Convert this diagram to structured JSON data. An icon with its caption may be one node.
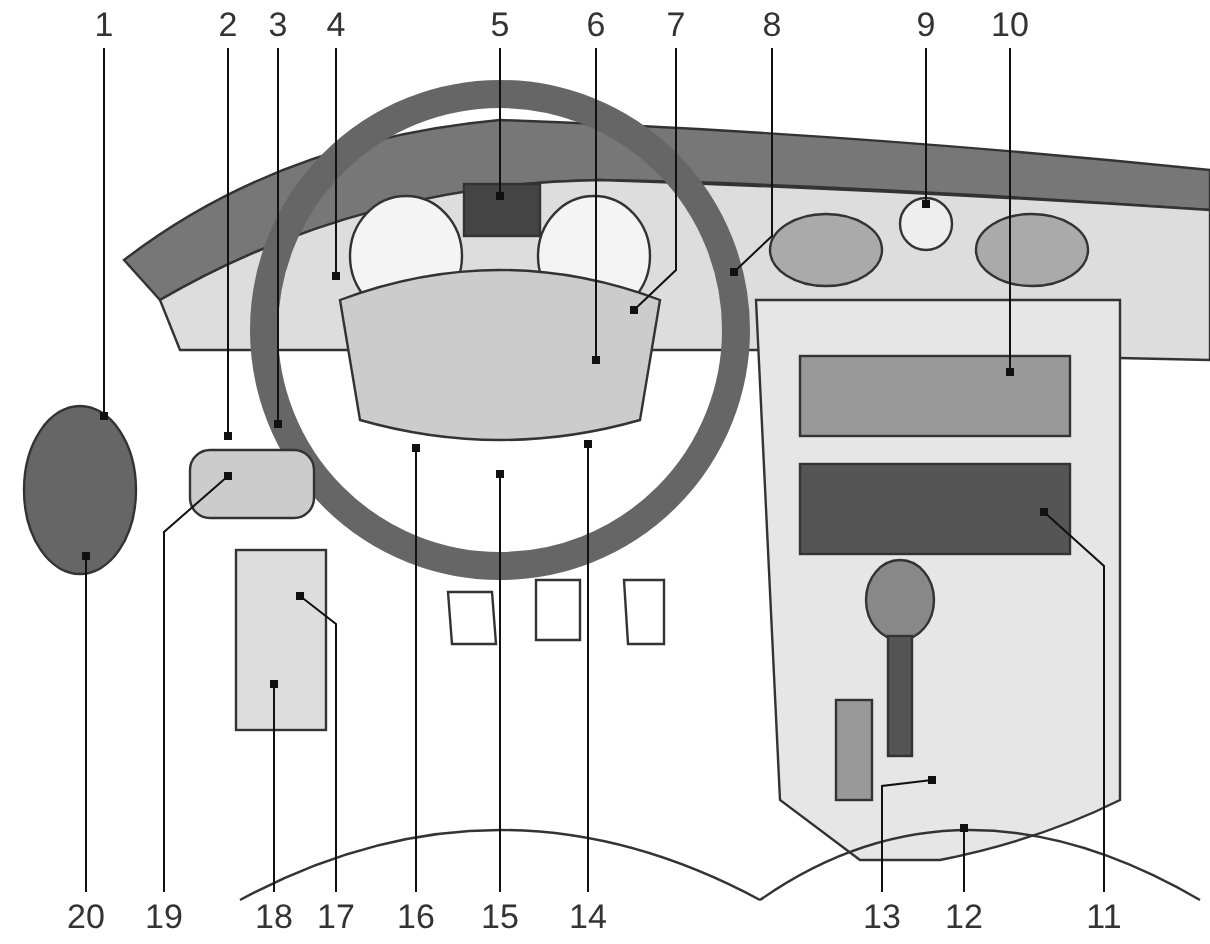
{
  "diagram": {
    "nodes": [
      {
        "text": [
          "1"
        ]
      },
      {
        "text": [
          "2"
        ]
      },
      {
        "text": [
          "3"
        ]
      },
      {
        "text": [
          "4"
        ]
      },
      {
        "text": [
          "5"
        ]
      },
      {
        "text": [
          "6"
        ]
      },
      {
        "text": [
          "7"
        ]
      },
      {
        "text": [
          "8"
        ]
      },
      {
        "text": [
          "9"
        ]
      },
      {
        "text": [
          "10"
        ]
      },
      {
        "text": [
          "20"
        ]
      },
      {
        "text": [
          "19"
        ]
      },
      {
        "text": [
          "18"
        ]
      },
      {
        "text": [
          "17"
        ]
      },
      {
        "text": [
          "16"
        ]
      },
      {
        "text": [
          "15"
        ]
      },
      {
        "text": [
          "14"
        ]
      },
      {
        "text": [
          "13"
        ]
      },
      {
        "text": [
          "12"
        ]
      },
      {
        "text": [
          "11"
        ]
      }
    ],
    "edges": [
      {
        "from": 0,
        "to": null,
        "arrow": "other"
      },
      {
        "from": 1,
        "to": null,
        "arrow": "other"
      },
      {
        "from": 2,
        "to": null,
        "arrow": "other"
      },
      {
        "from": 3,
        "to": null,
        "arrow": "other"
      },
      {
        "from": 4,
        "to": null,
        "arrow": "other"
      },
      {
        "from": 5,
        "to": null,
        "arrow": "other"
      },
      {
        "from": 6,
        "to": null,
        "arrow": "other"
      },
      {
        "from": 7,
        "to": null,
        "arrow": "other"
      },
      {
        "from": 8,
        "to": null,
        "arrow": "other"
      },
      {
        "from": 9,
        "to": null,
        "arrow": "other"
      },
      {
        "from": 10,
        "to": null,
        "arrow": "other"
      },
      {
        "from": 11,
        "to": null,
        "arrow": "other"
      },
      {
        "from": 12,
        "to": null,
        "arrow": "other"
      },
      {
        "from": 13,
        "to": null,
        "arrow": "other"
      },
      {
        "from": 14,
        "to": null,
        "arrow": "other"
      },
      {
        "from": 15,
        "to": null,
        "arrow": "other"
      },
      {
        "from": 16,
        "to": null,
        "arrow": "other"
      },
      {
        "from": 17,
        "to": null,
        "arrow": "other"
      },
      {
        "from": 18,
        "to": null,
        "arrow": "other"
      },
      {
        "from": 19,
        "to": null,
        "arrow": "other"
      }
    ]
  }
}
